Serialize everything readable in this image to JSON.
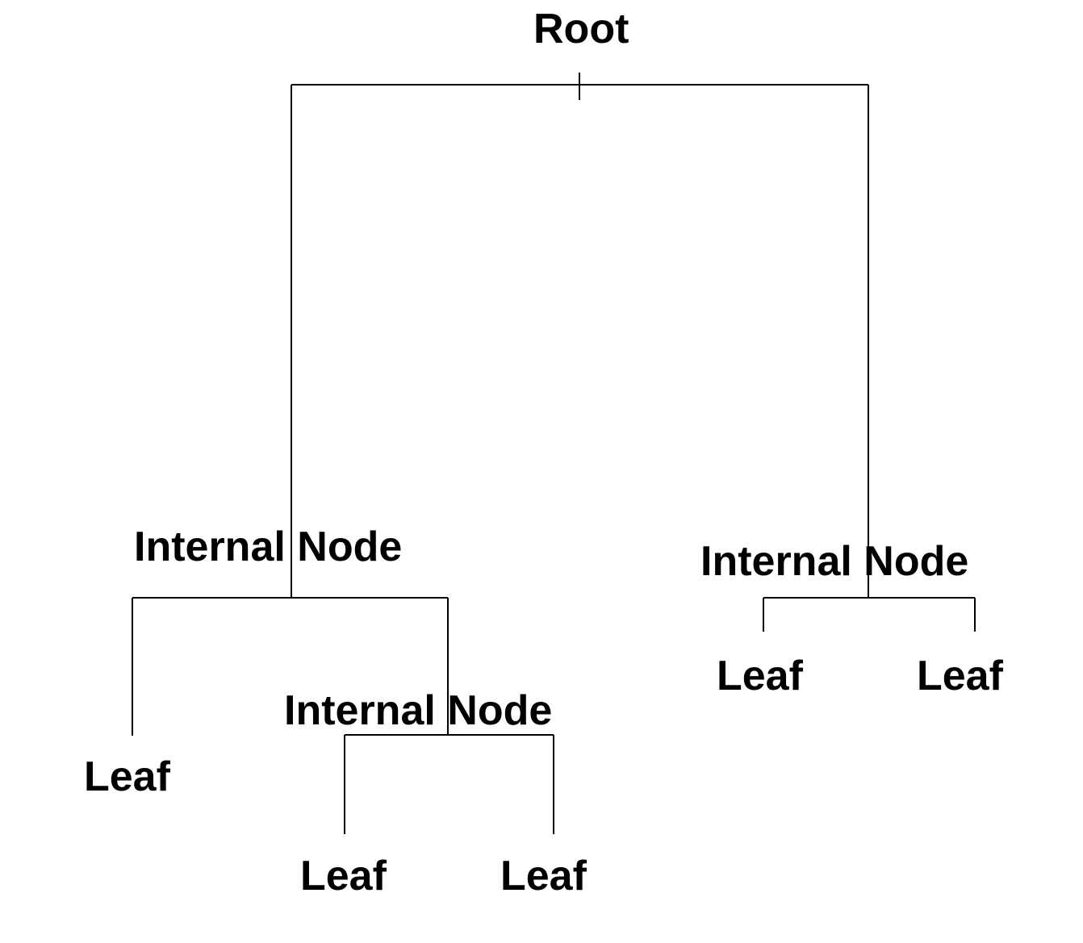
{
  "diagram": {
    "nodes": {
      "root": "Root",
      "internal_left": "Internal Node",
      "internal_right": "Internal Node",
      "internal_inner": "Internal Node",
      "leaf_1": "Leaf",
      "leaf_2": "Leaf",
      "leaf_3": "Leaf",
      "leaf_4": "Leaf",
      "leaf_5": "Leaf"
    },
    "edges": [
      [
        "root",
        "internal_left"
      ],
      [
        "root",
        "internal_right"
      ],
      [
        "internal_left",
        "leaf_1"
      ],
      [
        "internal_left",
        "internal_inner"
      ],
      [
        "internal_inner",
        "leaf_2"
      ],
      [
        "internal_inner",
        "leaf_3"
      ],
      [
        "internal_right",
        "leaf_4"
      ],
      [
        "internal_right",
        "leaf_5"
      ]
    ]
  }
}
